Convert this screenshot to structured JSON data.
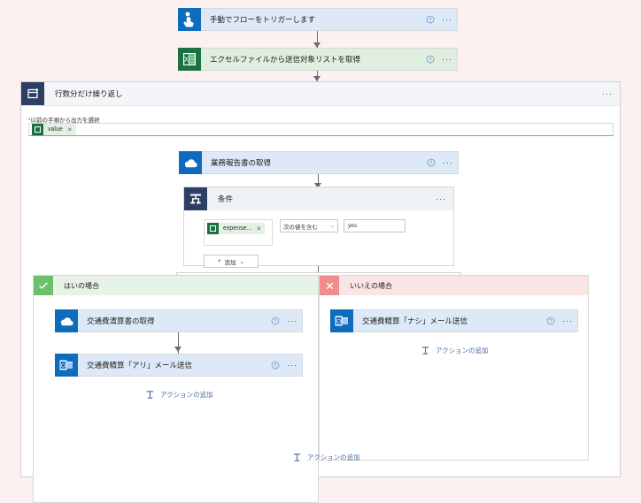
{
  "app": {
    "canvas_bg": "#fdf0f0",
    "accent": "#0078d4"
  },
  "flow": {
    "trigger": {
      "title": "手動でフローをトリガーします",
      "icon": "manual-trigger-icon",
      "color": "#0f6cbd",
      "help_label": "?",
      "menu_label": "···"
    },
    "get_list": {
      "title": "エクセルファイルから送信対象リストを取得",
      "icon": "excel-icon",
      "color": "#1d7044",
      "help_label": "?",
      "menu_label": "···"
    },
    "loop": {
      "title": "行数分だけ繰り返し",
      "icon": "loop-icon",
      "menu_label": "···",
      "field_label": "以前の手順から出力を選択",
      "required_mark": "*",
      "token": {
        "text": "value",
        "remove_label": "✕",
        "icon": "excel-token-icon"
      }
    },
    "get_report": {
      "title": "業務報告書の取得",
      "icon": "onedrive-icon",
      "color": "#0f6cbd",
      "help_label": "?",
      "menu_label": "···"
    },
    "condition": {
      "title": "条件",
      "icon": "condition-icon",
      "menu_label": "···",
      "left_token": {
        "text": "expense...",
        "remove_label": "✕",
        "icon": "excel-token-icon"
      },
      "operator": {
        "value": "次の値を含む",
        "chevron": "⌄"
      },
      "right_value": "yes",
      "add_button": {
        "plus": "+",
        "label": "追加",
        "chevron": "⌄"
      }
    },
    "yes_branch": {
      "header": "はいの場合",
      "icon": "check-icon",
      "actions": [
        {
          "title": "交通費清算書の取得",
          "icon": "onedrive-icon",
          "color": "#0f6cbd",
          "help_label": "?",
          "menu_label": "···"
        },
        {
          "title": "交通費精算「アリ」メール送信",
          "icon": "outlook-icon",
          "color": "#0f6cbd",
          "help_label": "?",
          "menu_label": "···"
        }
      ],
      "add_action": {
        "label": "アクションの追加",
        "icon": "add-action-icon"
      }
    },
    "no_branch": {
      "header": "いいえの場合",
      "icon": "close-icon",
      "actions": [
        {
          "title": "交通費精算「ナシ」メール送信",
          "icon": "outlook-icon",
          "color": "#0f6cbd",
          "help_label": "?",
          "menu_label": "···"
        }
      ],
      "add_action": {
        "label": "アクションの追加",
        "icon": "add-action-icon"
      }
    },
    "loop_add_action": {
      "label": "アクションの追加",
      "icon": "add-action-icon"
    }
  }
}
